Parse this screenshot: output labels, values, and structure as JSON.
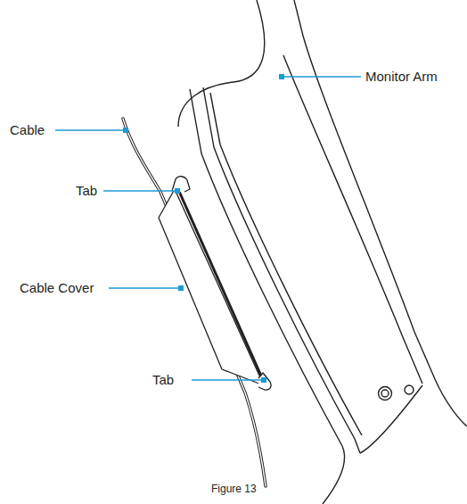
{
  "diagram": {
    "caption": "Figure 13",
    "labels": [
      "Monitor Arm",
      "Cable",
      "Tab",
      "Cable Cover",
      "Tab"
    ]
  }
}
